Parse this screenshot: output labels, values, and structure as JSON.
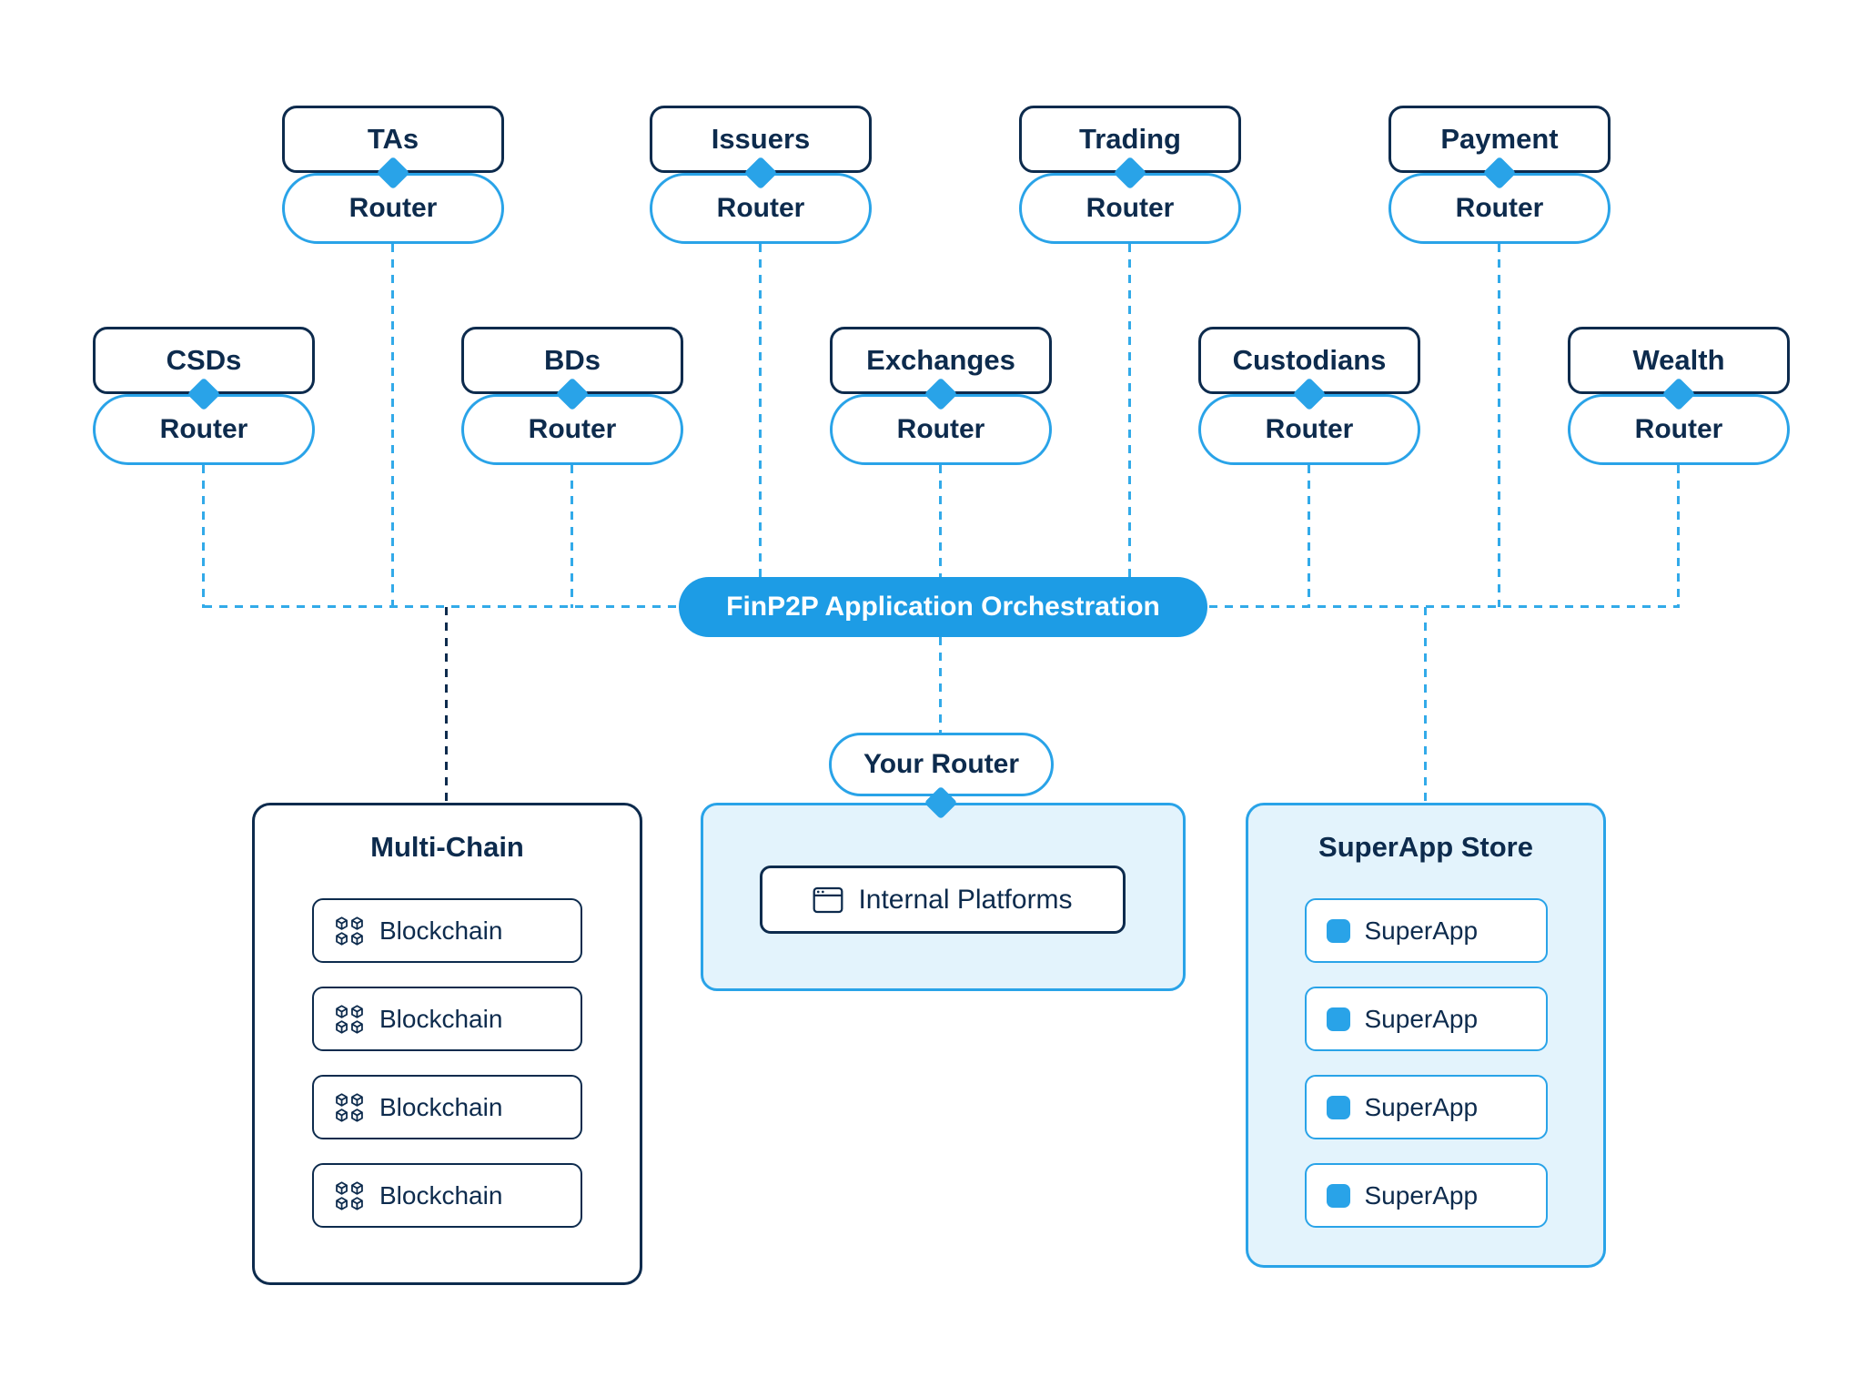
{
  "colors": {
    "navy": "#0D2B4D",
    "blue": "#29A3E8",
    "orchestration_fill": "#1D9CE5",
    "light_panel_fill": "#E3F3FC",
    "dash_blue": "#32AAE9"
  },
  "row1": [
    {
      "label": "TAs",
      "router_label": "Router"
    },
    {
      "label": "Issuers",
      "router_label": "Router"
    },
    {
      "label": "Trading",
      "router_label": "Router"
    },
    {
      "label": "Payment",
      "router_label": "Router"
    }
  ],
  "row2": [
    {
      "label": "CSDs",
      "router_label": "Router"
    },
    {
      "label": "BDs",
      "router_label": "Router"
    },
    {
      "label": "Exchanges",
      "router_label": "Router"
    },
    {
      "label": "Custodians",
      "router_label": "Router"
    },
    {
      "label": "Wealth",
      "router_label": "Router"
    }
  ],
  "orchestration": {
    "label": "FinP2P Application Orchestration"
  },
  "your_router": {
    "label": "Your Router"
  },
  "internal_platforms": {
    "label": "Internal Platforms"
  },
  "multi_chain": {
    "title": "Multi-Chain",
    "items": [
      {
        "label": "Blockchain"
      },
      {
        "label": "Blockchain"
      },
      {
        "label": "Blockchain"
      },
      {
        "label": "Blockchain"
      }
    ]
  },
  "superapp_store": {
    "title": "SuperApp Store",
    "items": [
      {
        "label": "SuperApp"
      },
      {
        "label": "SuperApp"
      },
      {
        "label": "SuperApp"
      },
      {
        "label": "SuperApp"
      }
    ]
  }
}
